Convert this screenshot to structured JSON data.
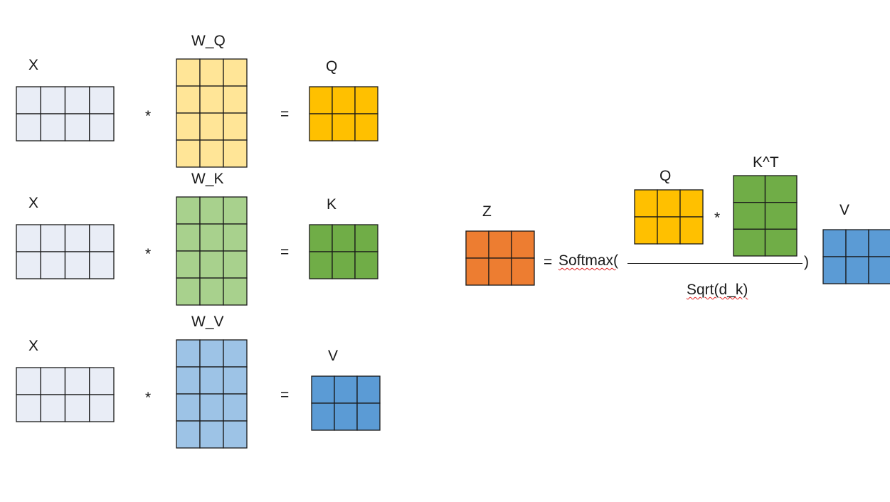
{
  "colors": {
    "x": "#e9edf6",
    "wq": "#ffe597",
    "q": "#ffc000",
    "wk": "#a8d18d",
    "k": "#70ad47",
    "wv": "#9dc3e6",
    "v": "#5b9bd5",
    "z": "#ed7d31",
    "stroke": "#1a1a1a"
  },
  "rows": {
    "q": {
      "x_label": "X",
      "w_label": "W_Q",
      "out_label": "Q",
      "times": "*",
      "equals": "="
    },
    "k": {
      "x_label": "X",
      "w_label": "W_K",
      "out_label": "K",
      "times": "*",
      "equals": "="
    },
    "v": {
      "x_label": "X",
      "w_label": "W_V",
      "out_label": "V",
      "times": "*",
      "equals": "="
    }
  },
  "formula": {
    "z_label": "Z",
    "equals": "=",
    "softmax_open": "Softmax(",
    "q_label": "Q",
    "times": "*",
    "kt_label": "K^T",
    "close_paren": ")",
    "denominator": "Sqrt(d_k)",
    "v_label": "V"
  }
}
